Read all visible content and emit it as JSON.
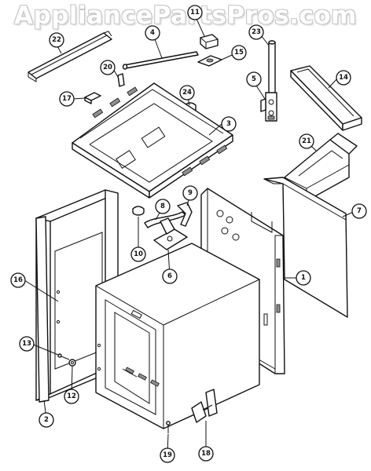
{
  "watermark": "AppliancePartsPros.com",
  "callouts": [
    {
      "number": "1"
    },
    {
      "number": "2"
    },
    {
      "number": "3"
    },
    {
      "number": "4"
    },
    {
      "number": "5"
    },
    {
      "number": "6"
    },
    {
      "number": "7"
    },
    {
      "number": "8"
    },
    {
      "number": "9"
    },
    {
      "number": "10"
    },
    {
      "number": "11"
    },
    {
      "number": "12"
    },
    {
      "number": "13"
    },
    {
      "number": "14"
    },
    {
      "number": "15"
    },
    {
      "number": "16"
    },
    {
      "number": "17"
    },
    {
      "number": "18"
    },
    {
      "number": "19"
    },
    {
      "number": "20"
    },
    {
      "number": "21"
    },
    {
      "number": "22"
    },
    {
      "number": "23"
    },
    {
      "number": "24"
    }
  ]
}
